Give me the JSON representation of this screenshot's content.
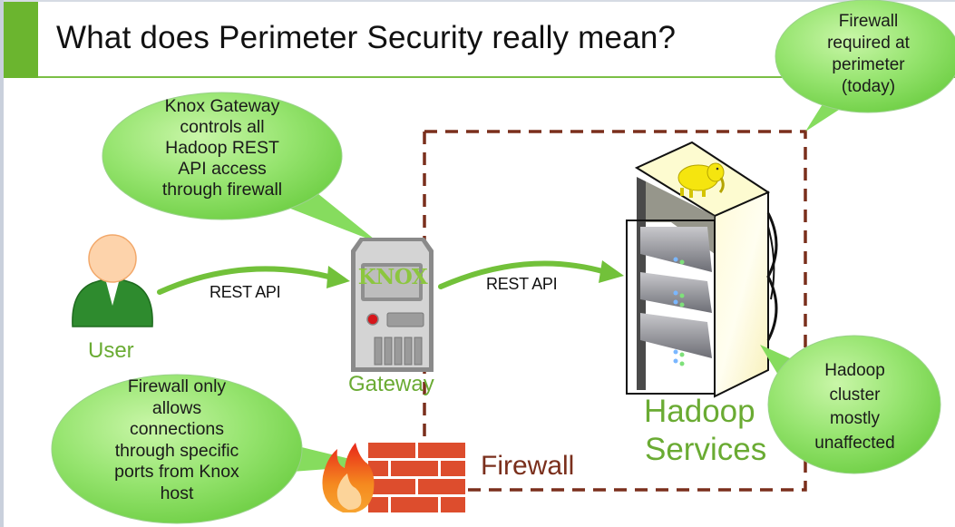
{
  "slide": {
    "title": "What does Perimeter Security really mean?",
    "accent_color": "#6bb52f"
  },
  "actors": {
    "user": {
      "label": "User",
      "icon": "user-icon"
    },
    "gateway": {
      "label": "Gateway",
      "icon": "server-icon",
      "badge": "KNOX"
    },
    "hadoop": {
      "label_line1": "Hadoop",
      "label_line2": "Services",
      "icon": "server-rack-icon",
      "logo": "hadoop-elephant-icon"
    },
    "firewall": {
      "label": "Firewall",
      "icon": "firewall-brick-icon"
    }
  },
  "connections": [
    {
      "from": "User",
      "to": "Gateway",
      "label": "REST API"
    },
    {
      "from": "Gateway",
      "to": "Hadoop Services",
      "label": "REST API"
    }
  ],
  "callouts": {
    "knox_gateway": "Knox Gateway\ncontrols all\nHadoop REST\nAPI access\nthrough firewall",
    "firewall_perimeter": "Firewall\nrequired at\nperimeter\n(today)",
    "firewall_ports": "Firewall only\nallows\nconnections\nthrough specific\nports from Knox\nhost",
    "hadoop_cluster": "Hadoop\ncluster\nmostly\nunaffected"
  },
  "colors": {
    "callout_fill": "#8fe06a",
    "label_green": "#6aab33",
    "perimeter_dash": "#7a2f1c",
    "brick": "#dd4d2d"
  }
}
